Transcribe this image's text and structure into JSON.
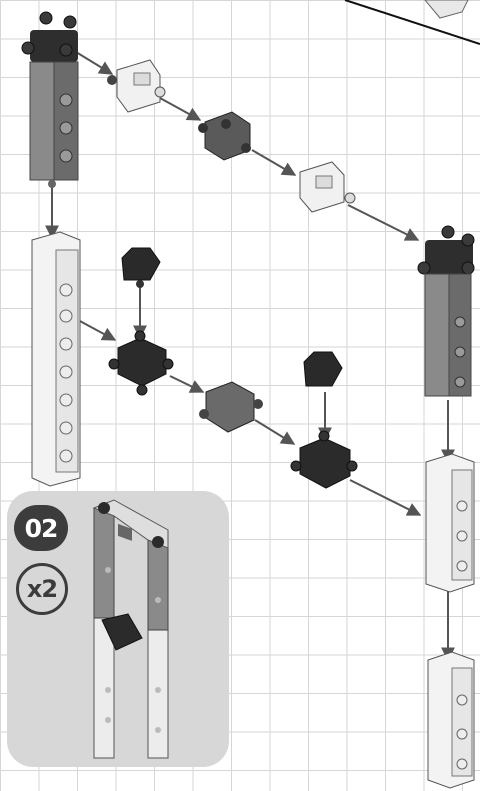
{
  "step": {
    "number": "02",
    "quantity": "x2"
  },
  "icons": [
    "tall-brick-dark",
    "tall-brick-white",
    "connector-block-dark",
    "connector-block-light",
    "hinge-clip-black",
    "assembly-arrow",
    "assembled-frame-preview"
  ],
  "colors": {
    "grid": "#d6d6d6",
    "panel": "#d7d7d7",
    "badge": "#3c3c3c",
    "brick_dark": "#7a7a7a",
    "brick_light": "#efefef",
    "black_part": "#2b2b2b",
    "arrow": "#555555"
  }
}
